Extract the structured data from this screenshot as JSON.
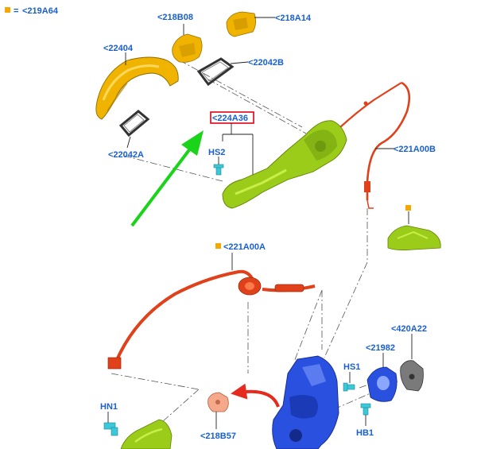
{
  "legend": {
    "marker_color": "#f5a800",
    "equals": "=",
    "ref": "<219A64"
  },
  "labels": {
    "p218B08": "<218B08",
    "p218A14": "<218A14",
    "p22404": "<22404",
    "p22042B": "<22042B",
    "p22042A": "<22042A",
    "p224A36": "<224A36",
    "pHS2": "HS2",
    "p221A00B": "<221A00B",
    "p221A00A": "<221A00A",
    "p420A22": "<420A22",
    "p21982": "<21982",
    "pHS1": "HS1",
    "pHB1": "HB1",
    "pHN1": "HN1",
    "p218B57": "<218B57"
  },
  "colors": {
    "callout_text": "#1a5fd0",
    "highlight_box": "#e0001b",
    "pointer_arrow": "#19d419",
    "handle_gold": "#f0b400",
    "bracket_green": "#9ccc1a",
    "cable_red": "#e0401a",
    "latch_blue": "#2a50e0",
    "fastener_cyan": "#3cc8d8",
    "rotation_arrow": "#e52a1e"
  }
}
